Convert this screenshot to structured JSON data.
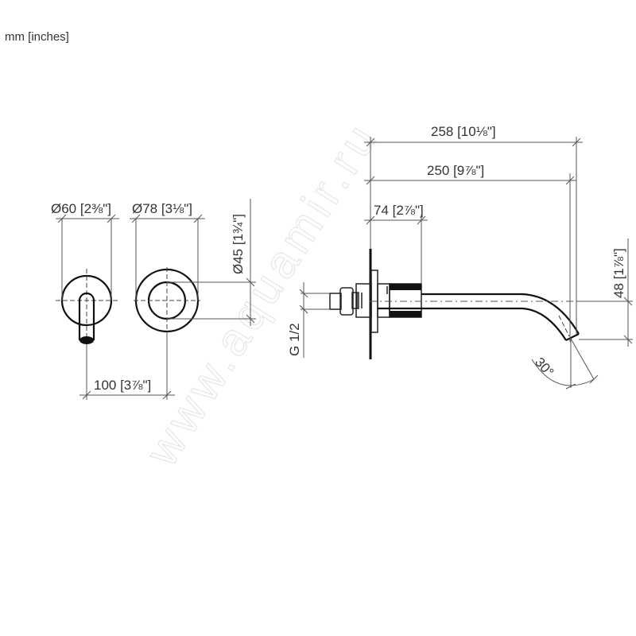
{
  "units_label": "mm [inches]",
  "watermark": "www.aquamir.ru",
  "dimensions": {
    "rosette_diameter": {
      "symbol": "Ø",
      "mm": "60",
      "inch": "2⅜\""
    },
    "handle_rosette_diameter": {
      "symbol": "Ø",
      "mm": "78",
      "inch": "3⅛\""
    },
    "handle_inner_diameter": {
      "symbol": "Ø",
      "mm": "45",
      "inch": "1¾\""
    },
    "center_distance": {
      "mm": "100",
      "inch": "3⅞\""
    },
    "total_projection": {
      "mm": "258",
      "inch": "10⅛\""
    },
    "spout_projection": {
      "mm": "250",
      "inch": "9⅞\""
    },
    "wall_depth": {
      "mm": "74",
      "inch": "2⅞\""
    },
    "spout_drop": {
      "mm": "48",
      "inch": "1⅞\""
    },
    "thread": "G 1/2",
    "outlet_angle": "30°"
  },
  "labels": {
    "d60": "Ø60 [2⅜\"]",
    "d78": "Ø78 [3⅛\"]",
    "d45": "Ø45 [1¾\"]",
    "c100": "100 [3⅞\"]",
    "l258": "258 [10⅛\"]",
    "l250": "250 [9⅞\"]",
    "l74": "74 [2⅞\"]",
    "h48": "48 [1⅞\"]",
    "thread": "G 1/2",
    "angle": "30°"
  }
}
